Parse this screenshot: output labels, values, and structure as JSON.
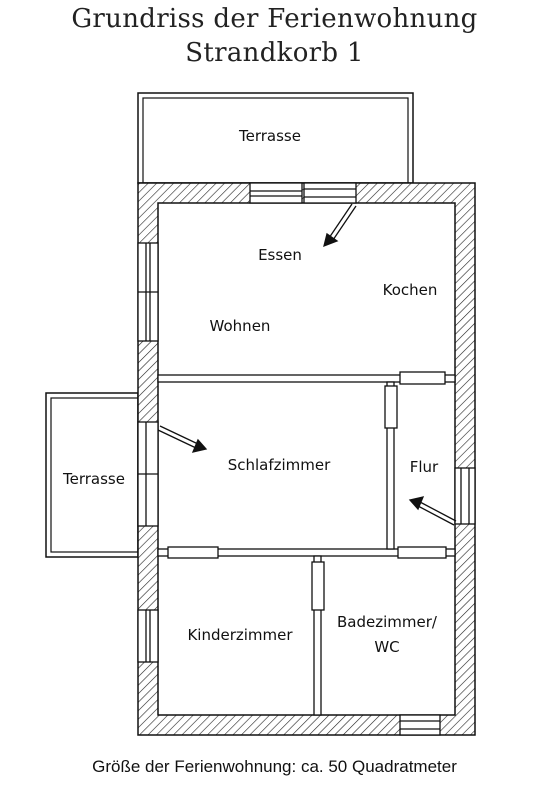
{
  "title": {
    "line1": "Grundriss der Ferienwohnung",
    "line2": "Strandkorb 1"
  },
  "rooms": {
    "terrace_top": "Terrasse",
    "dining": "Essen",
    "kitchen": "Kochen",
    "living": "Wohnen",
    "terrace_left": "Terrasse",
    "bedroom": "Schlafzimmer",
    "hallway": "Flur",
    "kids_room": "Kinderzimmer",
    "bathroom_line1": "Badezimmer/",
    "bathroom_line2": "WC"
  },
  "caption": "Größe der Ferienwohnung: ca. 50 Quadratmeter",
  "colors": {
    "line": "#111111",
    "background": "#ffffff"
  }
}
